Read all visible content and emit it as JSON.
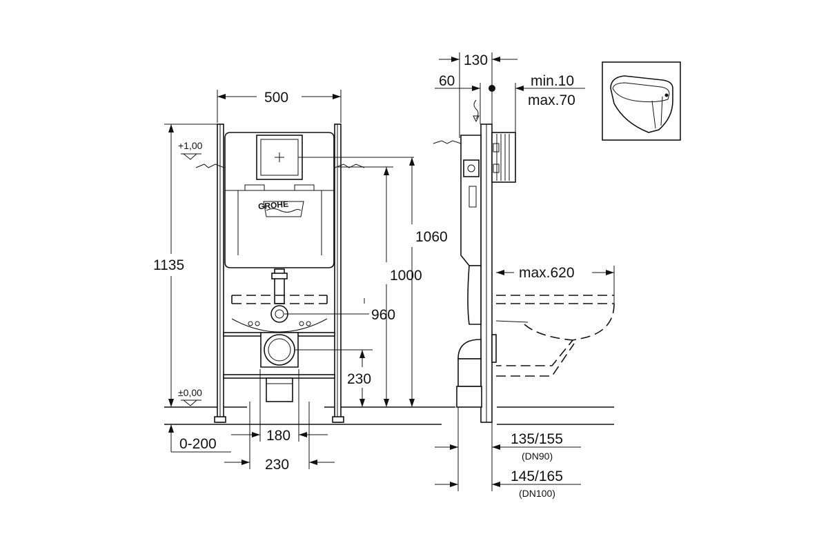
{
  "brand": {
    "logo_text": "GROHE"
  },
  "front_view": {
    "width": "500",
    "height_total": "1135",
    "level_top": "+1,00",
    "level_floor": "±0,00",
    "height_1060": "1060",
    "height_1000": "1000",
    "height_960": "960",
    "height_230": "230",
    "floor_adjust": "0-200",
    "width_180": "180",
    "width_230": "230"
  },
  "side_view": {
    "depth_130": "130",
    "depth_60": "60",
    "wall_min": "min.10",
    "wall_max": "max.70",
    "projection_max": "max.620",
    "pipe_dn90": "135/155",
    "pipe_dn90_label": "(DN90)",
    "pipe_dn100": "145/165",
    "pipe_dn100_label": "(DN100)"
  }
}
